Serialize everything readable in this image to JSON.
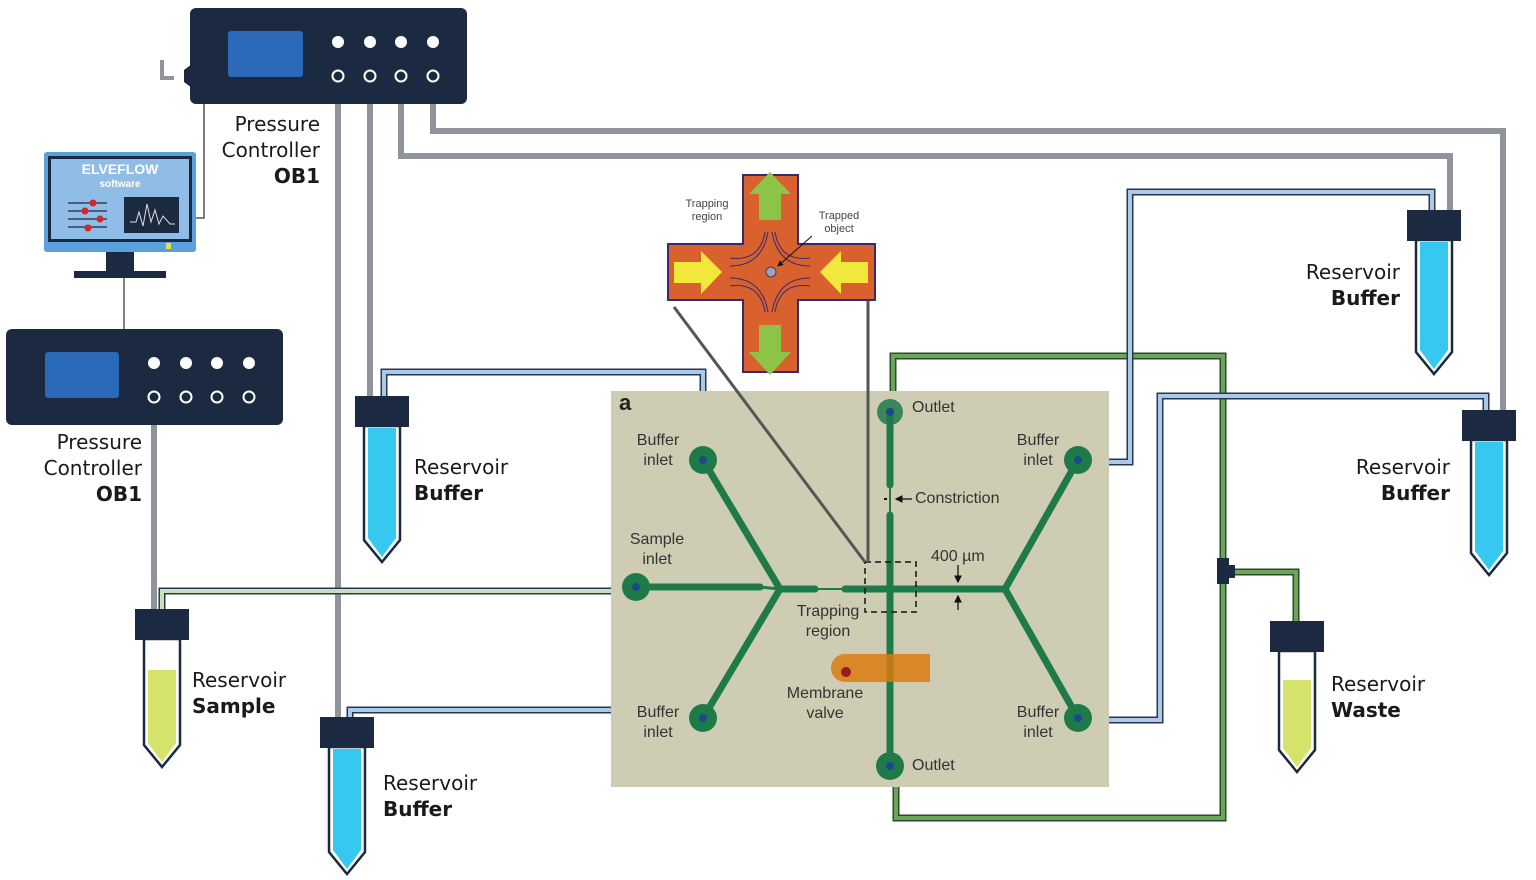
{
  "controllers": [
    {
      "line1": "Pressure",
      "line2": "Controller",
      "model": "OB1"
    },
    {
      "line1": "Pressure",
      "line2": "Controller",
      "model": "OB1"
    }
  ],
  "computer": {
    "brand": "ELVEFLOW",
    "subtitle": "software"
  },
  "reservoirs": [
    {
      "label": "Reservoir",
      "type": "Buffer"
    },
    {
      "label": "Reservoir",
      "type": "Sample"
    },
    {
      "label": "Reservoir",
      "type": "Buffer"
    },
    {
      "label": "Reservoir",
      "type": "Buffer"
    },
    {
      "label": "Reservoir",
      "type": "Buffer"
    },
    {
      "label": "Reservoir",
      "type": "Waste"
    }
  ],
  "chip": {
    "panel_letter": "a",
    "outlet_top": "Outlet",
    "outlet_bottom": "Outlet",
    "buffer_inlet_tl": [
      "Buffer",
      "inlet"
    ],
    "buffer_inlet_bl": [
      "Buffer",
      "inlet"
    ],
    "buffer_inlet_tr": [
      "Buffer",
      "inlet"
    ],
    "buffer_inlet_br": [
      "Buffer",
      "inlet"
    ],
    "sample_inlet": [
      "Sample",
      "inlet"
    ],
    "constriction": "Constriction",
    "scale": "400 µm",
    "trapping_region": [
      "Trapping",
      "region"
    ],
    "membrane_valve": [
      "Membrane",
      "valve"
    ]
  },
  "inset": {
    "trapping_region": [
      "Trapping",
      "region"
    ],
    "trapped_object": [
      "Trapped",
      "object"
    ]
  },
  "colors": {
    "device": "#1b2a40",
    "screen": "#2a6ab8",
    "air_tube": "#9a9ea6",
    "buffer_tube": "#a9c8ea",
    "outlet_tube": "#6aa55a",
    "buffer_liquid": "#37c8f0",
    "sample_liquid": "#d6e36a",
    "chip_bg": "#cfccb4",
    "channel": "#1f7a4a",
    "inset_orange": "#d9612e"
  }
}
